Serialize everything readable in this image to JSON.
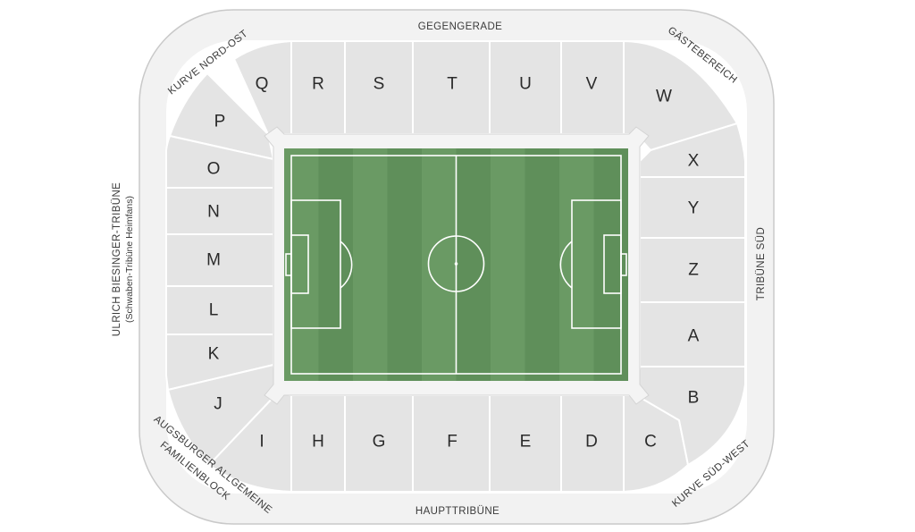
{
  "stands": {
    "north": "GEGENGERADE",
    "south": "HAUPTTRIBÜNE",
    "east": "TRIBÜNE SÜD",
    "west": "ULRICH BIESINGER-TRIBÜNE",
    "west_sub": "(Schwaben-Tribüne Heimfans)",
    "corner_nw": "KURVE NORD-OST",
    "corner_ne": "GÄSTEBEREICH",
    "corner_sw_1": "AUGSBURGER ALLGEMEINE",
    "corner_sw_2": "FAMILIENBLOCK",
    "corner_se": "KURVE SÜD-WEST"
  },
  "blocks": {
    "Q": "Q",
    "R": "R",
    "S": "S",
    "T": "T",
    "U": "U",
    "V": "V",
    "W": "W",
    "P": "P",
    "O": "O",
    "N": "N",
    "M": "M",
    "L": "L",
    "K": "K",
    "J": "J",
    "I": "I",
    "H": "H",
    "G": "G",
    "F": "F",
    "E": "E",
    "D": "D",
    "C": "C",
    "B": "B",
    "A": "A",
    "Z": "Z",
    "Y": "Y",
    "X": "X"
  },
  "colors": {
    "pitch_light": "#6a9a64",
    "pitch_dark": "#5f8f5a",
    "block": "#e4e4e4",
    "concourse": "#f2f2f2",
    "outline": "#c8c8c8"
  }
}
